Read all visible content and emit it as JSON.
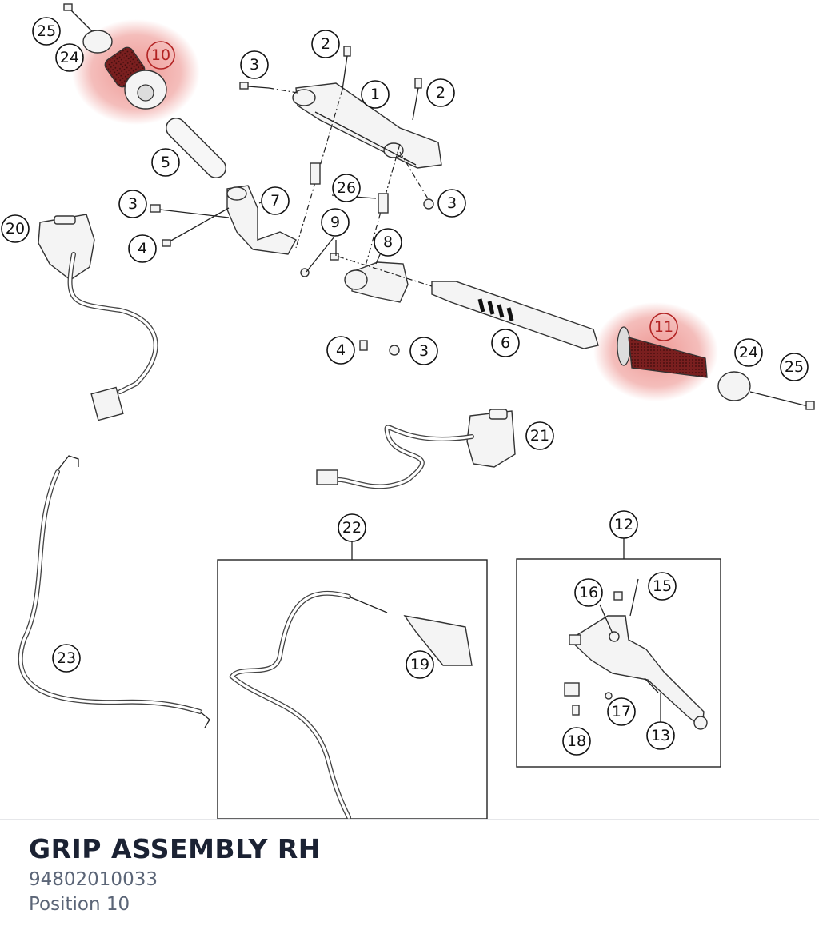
{
  "part": {
    "title": "GRIP ASSEMBLY RH",
    "number": "94802010033",
    "position": "Position 10"
  },
  "colors": {
    "highlight": "#e0433c",
    "callout_highlight_text": "#b22222",
    "title_text": "#1b2233",
    "sub_text": "#5b6577"
  },
  "callouts": [
    {
      "id": "c25a",
      "label": "25"
    },
    {
      "id": "c24a",
      "label": "24"
    },
    {
      "id": "c10",
      "label": "10",
      "highlighted": true
    },
    {
      "id": "c5",
      "label": "5"
    },
    {
      "id": "c3a",
      "label": "3"
    },
    {
      "id": "c2a",
      "label": "2"
    },
    {
      "id": "c1",
      "label": "1"
    },
    {
      "id": "c2b",
      "label": "2"
    },
    {
      "id": "c3b",
      "label": "3"
    },
    {
      "id": "c26",
      "label": "26"
    },
    {
      "id": "c7",
      "label": "7"
    },
    {
      "id": "c3c",
      "label": "3"
    },
    {
      "id": "c4a",
      "label": "4"
    },
    {
      "id": "c20",
      "label": "20"
    },
    {
      "id": "c9",
      "label": "9"
    },
    {
      "id": "c8",
      "label": "8"
    },
    {
      "id": "c4b",
      "label": "4"
    },
    {
      "id": "c3d",
      "label": "3"
    },
    {
      "id": "c6",
      "label": "6"
    },
    {
      "id": "c11",
      "label": "11",
      "highlighted": true
    },
    {
      "id": "c24b",
      "label": "24"
    },
    {
      "id": "c25b",
      "label": "25"
    },
    {
      "id": "c21",
      "label": "21"
    },
    {
      "id": "c22",
      "label": "22"
    },
    {
      "id": "c12",
      "label": "12"
    },
    {
      "id": "c16",
      "label": "16"
    },
    {
      "id": "c15",
      "label": "15"
    },
    {
      "id": "c19",
      "label": "19"
    },
    {
      "id": "c23",
      "label": "23"
    },
    {
      "id": "c17",
      "label": "17"
    },
    {
      "id": "c13",
      "label": "13"
    },
    {
      "id": "c18",
      "label": "18"
    }
  ]
}
